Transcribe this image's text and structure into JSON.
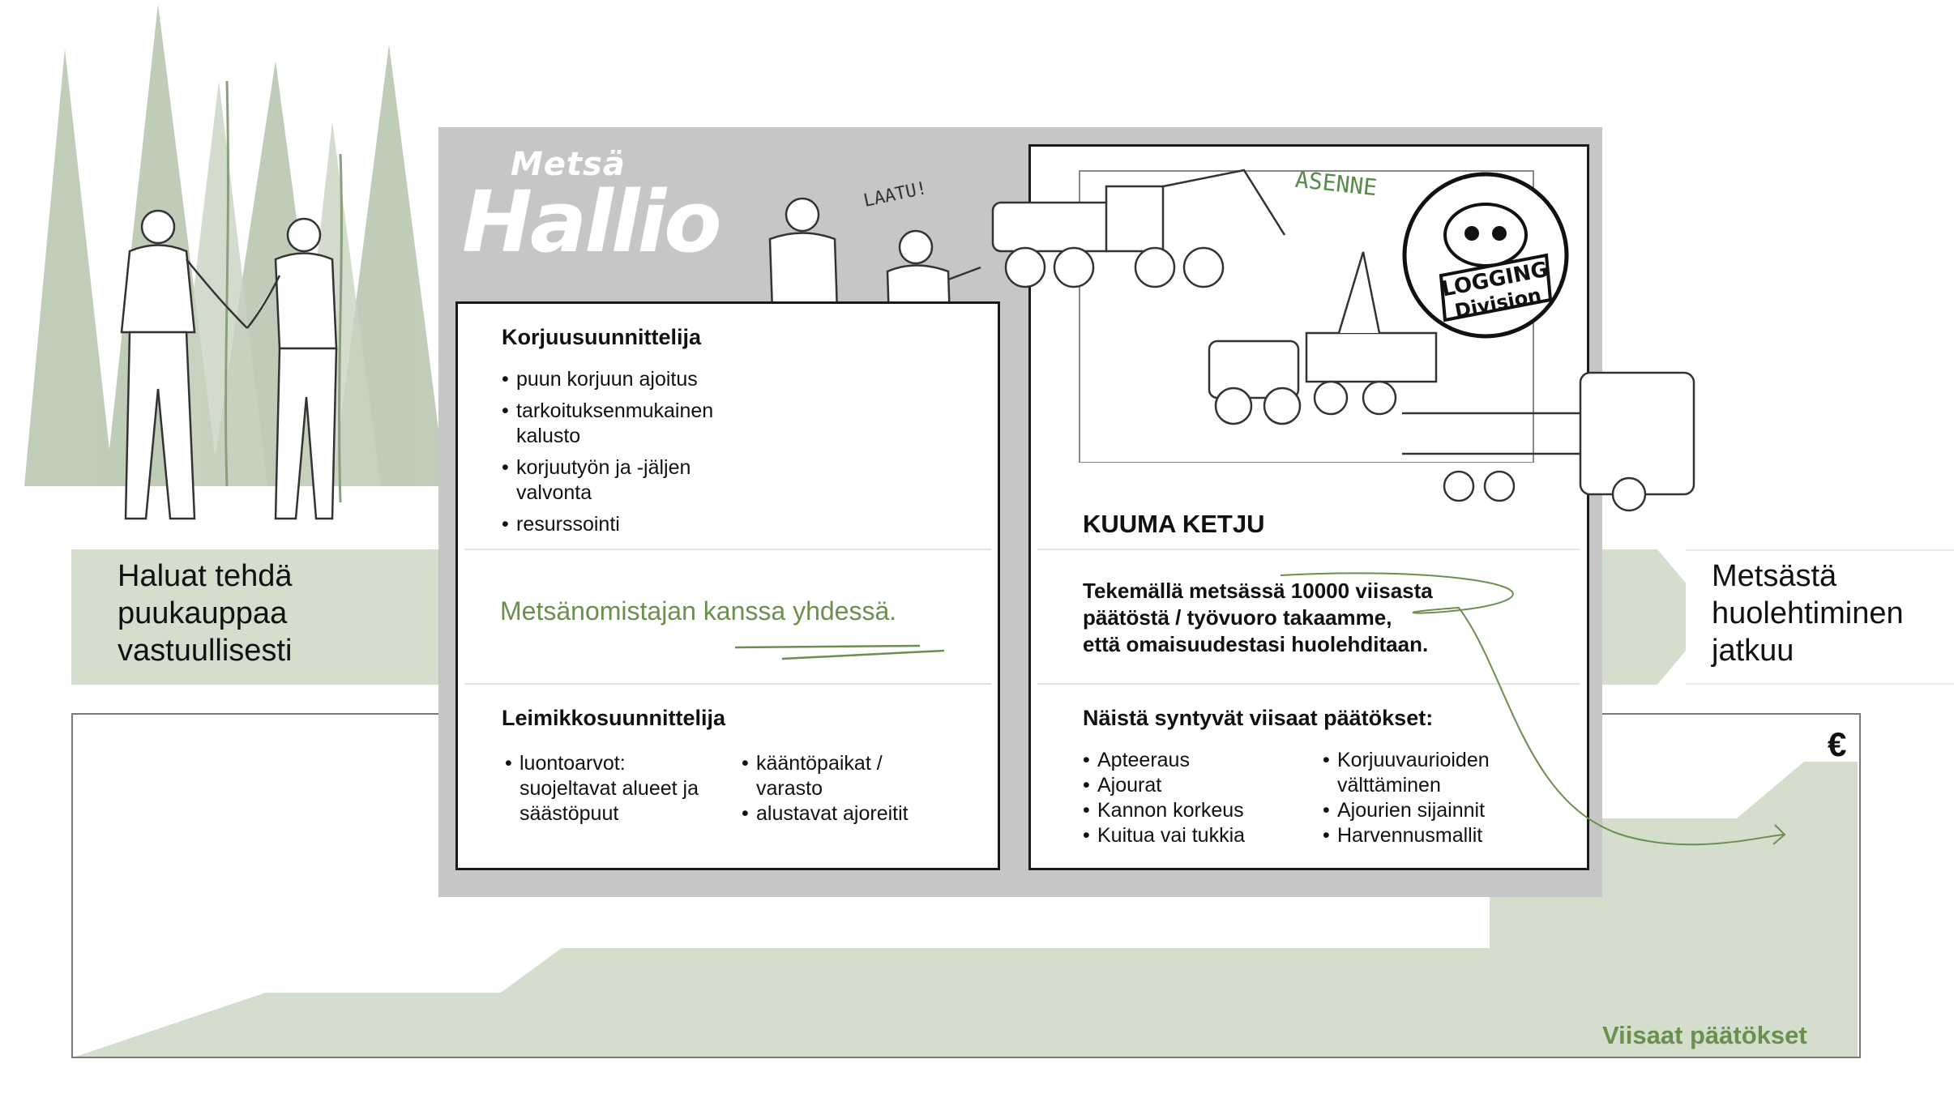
{
  "brand": {
    "logo_top": "Metsä",
    "logo_main": "Hallio"
  },
  "left_text": [
    "Haluat tehdä",
    "puukauppaa",
    "vastuullisesti"
  ],
  "right_text": [
    "Metsästä",
    "huolehtiminen",
    "jatkuu"
  ],
  "harvest_planner": {
    "title": "Korjuusuunnittelija",
    "items": [
      [
        "puun korjuun ajoitus"
      ],
      [
        "tarkoituksenmukainen",
        "kalusto"
      ],
      [
        "korjuutyön ja -jäljen",
        "valvonta"
      ],
      [
        "resurssointi"
      ]
    ]
  },
  "together_text": "Metsänomistajan kanssa yhdessä.",
  "marking_planner": {
    "title": "Leimikkosuunnittelija",
    "col1": [
      [
        "luontoarvot:",
        "suojeltavat alueet ja",
        "säästöpuut"
      ]
    ],
    "col2": [
      [
        "kääntöpaikat /",
        "varasto"
      ],
      [
        "alustavat ajoreitit"
      ]
    ]
  },
  "hot_chain": {
    "title": "KUUMA KETJU",
    "statement": [
      "Tekemällä metsässä 10000 viisasta",
      "päätöstä / työvuoro takaamme,",
      "että omaisuudestasi huolehditaan."
    ],
    "decisions_title": "Näistä syntyvät viisaat päätökset:",
    "col1": [
      [
        "Apteeraus"
      ],
      [
        "Ajourat"
      ],
      [
        "Kannon korkeus"
      ],
      [
        "Kuitua vai tukkia"
      ]
    ],
    "col2": [
      [
        "Korjuuvaurioiden",
        "välttäminen"
      ],
      [
        "Ajourien sijainnit"
      ],
      [
        "Harvennusmallit"
      ]
    ]
  },
  "sketch_notes": {
    "laatu": "LAATU!",
    "asenne": "ASENNE"
  },
  "badge": {
    "line1": "LOGGING",
    "line2": "Division"
  },
  "chart": {
    "currency": "€",
    "label": "Viisaat päätökset"
  },
  "colors": {
    "band": "#d5ddcc",
    "accent_green": "#6b8f4e",
    "panel_grey": "#c6c6c6",
    "tree_green": "#a9bba0"
  }
}
